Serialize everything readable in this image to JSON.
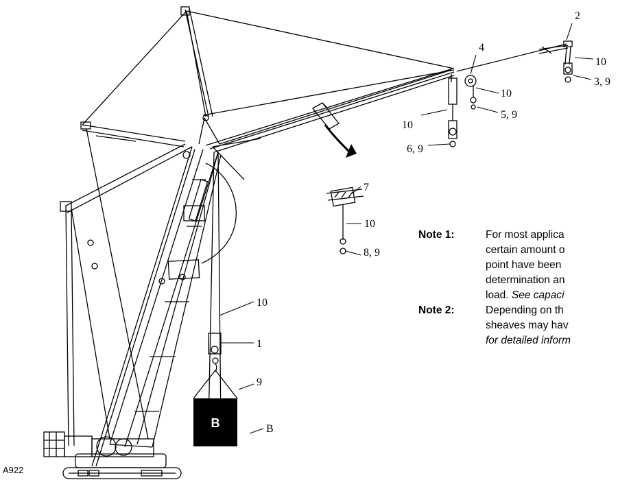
{
  "figure_id": "A922",
  "callouts": {
    "c1": "1",
    "c2": "2",
    "c3": "3, 9",
    "c4": "4",
    "c5": "5, 9",
    "c6": "6, 9",
    "c7": "7",
    "c8": "8, 9",
    "c9": "9",
    "c10": "10",
    "cB": "B"
  },
  "load_block_label": "B",
  "notes": [
    {
      "label": "Note 1:",
      "lines": [
        "For most applica",
        "certain amount o",
        "point have been",
        "determination an"
      ],
      "last_plain": "load. ",
      "last_italic": "See capaci"
    },
    {
      "label": "Note 2:",
      "lines": [
        "Depending on th",
        "sheaves may hav"
      ],
      "last_plain": "",
      "last_italic": "for detailed inform"
    }
  ],
  "colors": {
    "line": "#000000",
    "load_block": "#000000",
    "background": "#ffffff"
  }
}
